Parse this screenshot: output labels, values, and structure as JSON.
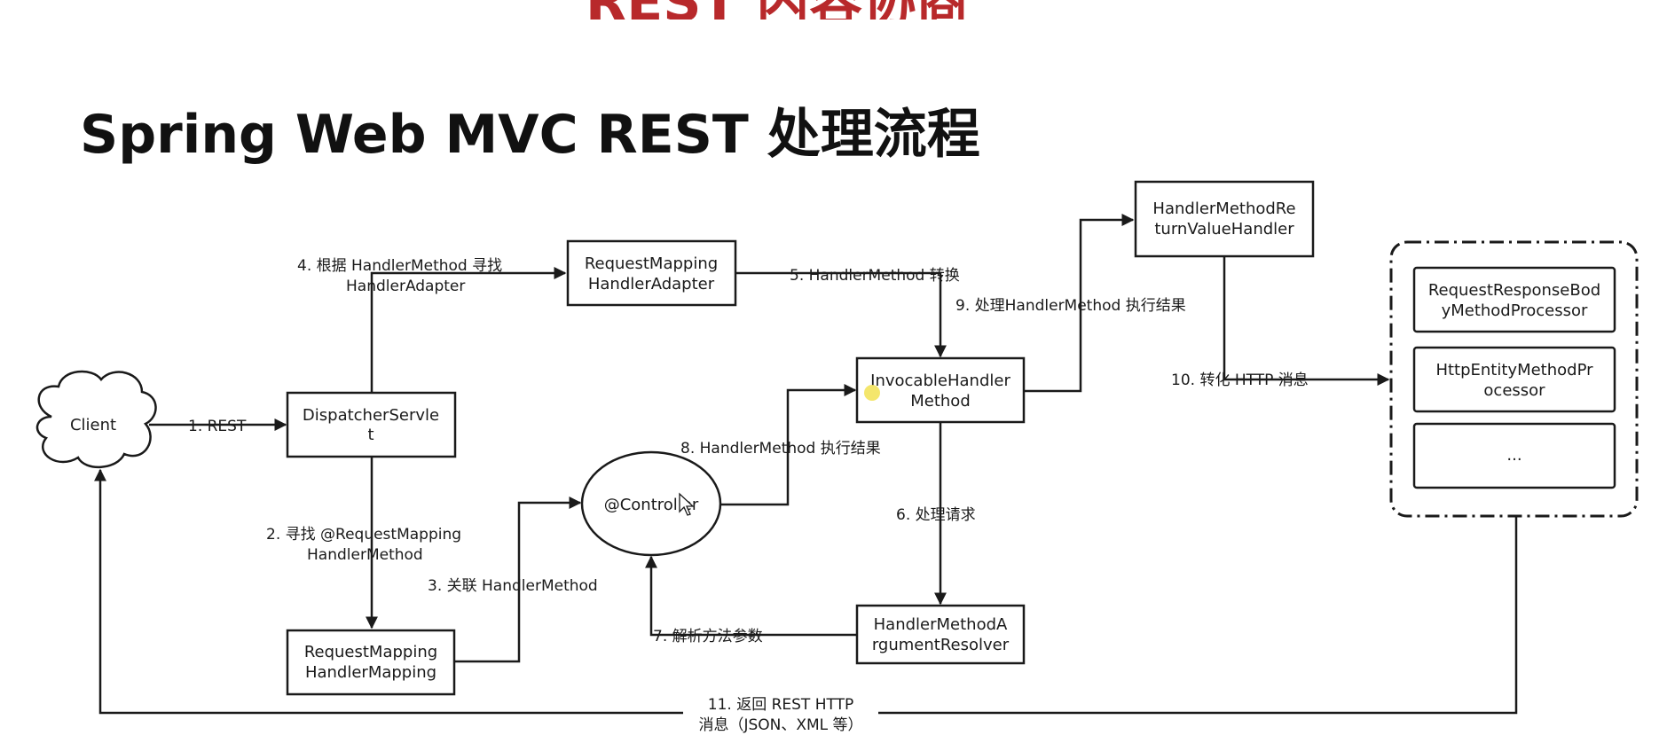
{
  "header": {
    "top_title": "REST 内容协商",
    "page_title": "Spring Web MVC REST 处理流程"
  },
  "diagram": {
    "client": "Client",
    "dispatcher": [
      "DispatcherServle",
      "t"
    ],
    "rm_handler_mapping": [
      "RequestMapping",
      "HandlerMapping"
    ],
    "rm_handler_adapter": [
      "RequestMapping",
      "HandlerAdapter"
    ],
    "controller": "@Controller",
    "invocable": [
      "InvocableHandler",
      "Method"
    ],
    "return_value_handler": [
      "HandlerMethodRe",
      "turnValueHandler"
    ],
    "argument_resolver": [
      "HandlerMethodA",
      "rgumentResolver"
    ],
    "processors": [
      [
        "RequestResponseBod",
        "yMethodProcessor"
      ],
      [
        "HttpEntityMethodPr",
        "ocessor"
      ],
      [
        "..."
      ]
    ],
    "steps": {
      "s1": "1. REST",
      "s2": [
        "2. 寻找 @RequestMapping",
        "HandlerMethod"
      ],
      "s3": "3. 关联 HandlerMethod",
      "s4": [
        "4. 根据 HandlerMethod 寻找",
        "HandlerAdapter"
      ],
      "s5": "5. HandlerMethod 转换",
      "s6": "6. 处理请求",
      "s7": "7. 解析方法参数",
      "s8": "8. HandlerMethod 执行结果",
      "s9": "9. 处理HandlerMethod 执行结果",
      "s10": "10. 转化 HTTP 消息",
      "s11": [
        "11. 返回 REST HTTP",
        "消息（JSON、XML 等）"
      ]
    }
  }
}
